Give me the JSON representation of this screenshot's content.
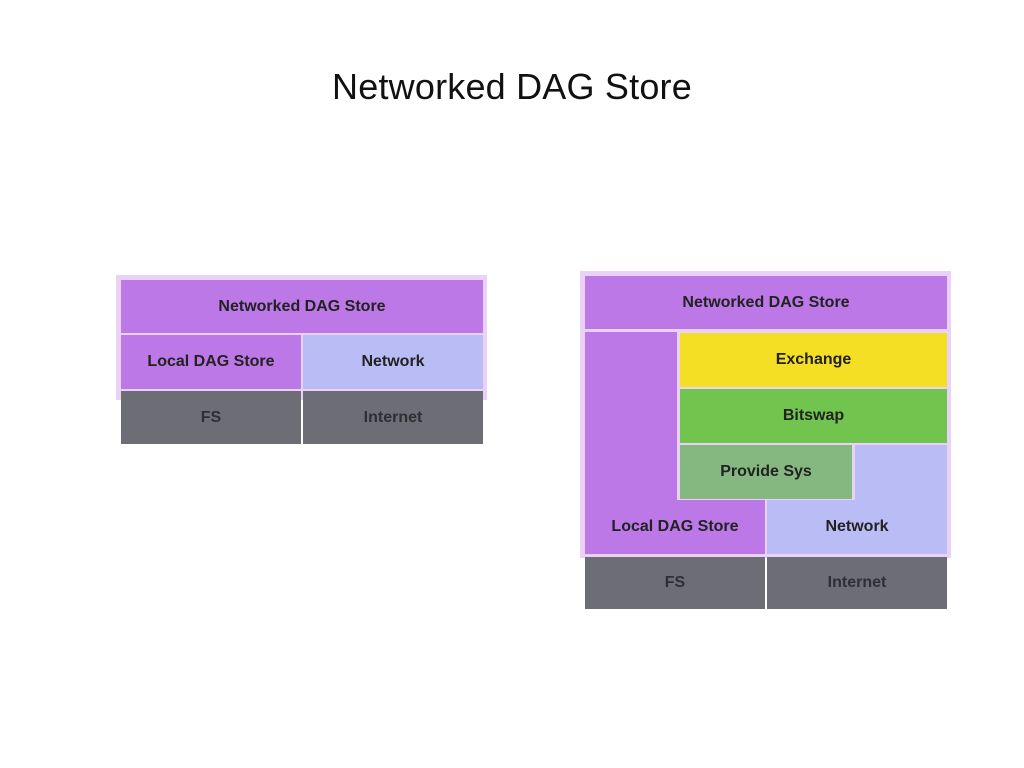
{
  "title": "Networked DAG Store",
  "left_diagram": {
    "networked_dag_store": "Networked DAG Store",
    "local_dag_store": "Local DAG Store",
    "network": "Network",
    "fs": "FS",
    "internet": "Internet"
  },
  "right_diagram": {
    "networked_dag_store": "Networked DAG Store",
    "exchange": "Exchange",
    "bitswap": "Bitswap",
    "provide_sys": "Provide Sys",
    "local_dag_store": "Local DAG Store",
    "network": "Network",
    "fs": "FS",
    "internet": "Internet"
  },
  "colors": {
    "networked_dag_store": "#bb78e6",
    "local_dag_store": "#bb78e6",
    "network": "#babdf5",
    "os_layer": "#6d6e75",
    "exchange": "#f4df24",
    "bitswap": "#71c44d",
    "provide_sys": "#84b880",
    "outline": "#e9d2f5"
  }
}
